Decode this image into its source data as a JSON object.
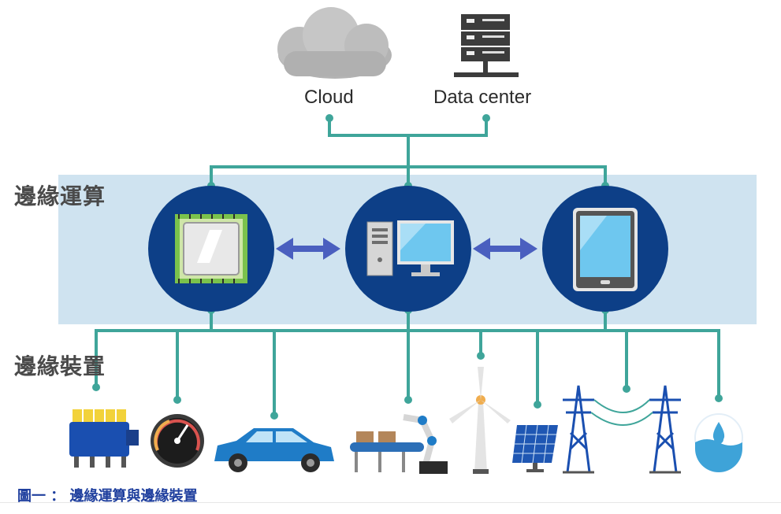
{
  "top_nodes": {
    "cloud_label": "Cloud",
    "datacenter_label": "Data center"
  },
  "layers": {
    "edge_computing": "邊緣運算",
    "edge_devices": "邊緣裝置"
  },
  "caption": "圖一 ： 邊緣運算與邊緣裝置",
  "icons": {
    "edge_nodes": [
      "cpu-chip-icon",
      "desktop-computer-icon",
      "tablet-icon"
    ],
    "devices": [
      "engine-icon",
      "gauge-icon",
      "car-icon",
      "robot-conveyor-icon",
      "wind-turbine-icon",
      "solar-panel-icon",
      "power-tower-icon",
      "water-icon"
    ]
  },
  "colors": {
    "connector": "#3fa59a",
    "band": "#cfe3f0",
    "circle": "#0d3f87",
    "arrow": "#4a5fbf",
    "caption": "#1f3f9e"
  }
}
